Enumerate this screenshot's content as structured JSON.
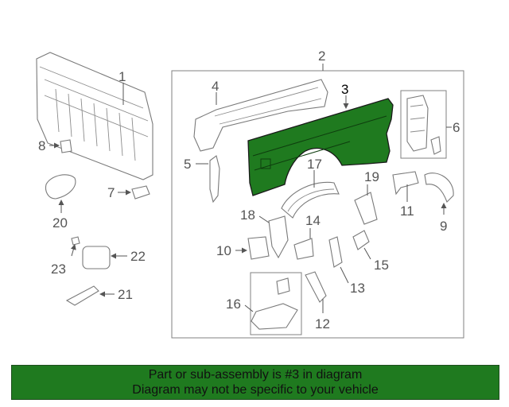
{
  "diagram": {
    "highlight_color": "#1f7a1f",
    "highlight_part": "3",
    "callouts": [
      "1",
      "2",
      "3",
      "4",
      "5",
      "6",
      "7",
      "8",
      "9",
      "10",
      "11",
      "12",
      "13",
      "14",
      "15",
      "16",
      "17",
      "18",
      "19",
      "20",
      "21",
      "22",
      "23"
    ]
  },
  "banner": {
    "line1": "Part or sub-assembly is #3 in diagram",
    "line2": "Diagram may not be specific to your vehicle",
    "background": "#1f7a1f"
  }
}
